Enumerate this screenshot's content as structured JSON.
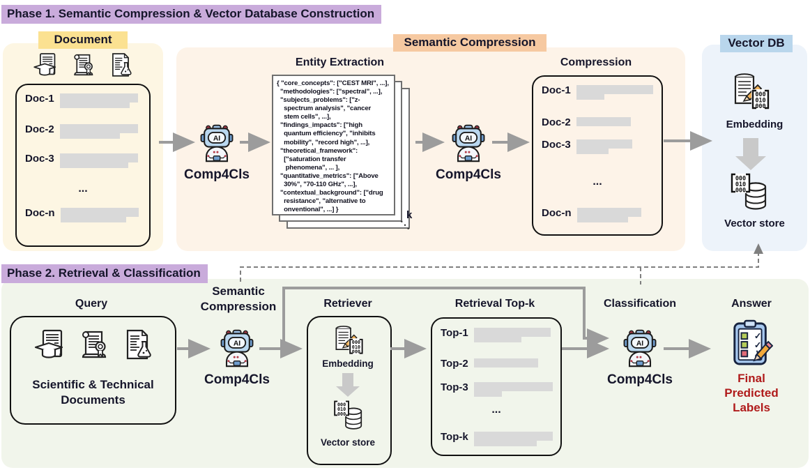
{
  "phase1": {
    "title": "Phase 1. Semantic Compression & Vector Database Construction",
    "document": {
      "label": "Document",
      "rows": [
        "Doc-1",
        "Doc-2",
        "Doc-3",
        "...",
        "Doc-n"
      ]
    },
    "semantic_compression_label": "Semantic Compression",
    "comp4cls_1": "Comp4Cls",
    "entity_extraction": {
      "title": "Entity Extraction",
      "json_text": "{ \"core_concepts\": [\"CEST MRI\", ...],\n  \"methodologies\": [\"spectral\", ...],\n  \"subjects_problems\": [\"z-\n    spectrum analysis\", \"cancer\n    stem cells\", ...],\n  \"findings_impacts\": [\"high\n    quantum efficiency\", \"inhibits\n    mobility\", \"record high\", ...],\n  \"theoretical_framework\":\n    [\"saturation transfer\n     phenomena\", ... ],\n  \"quantitative_metrics\": [\"Above\n    30%\", \"70-110 GHz\", ...],\n  \"contextual_background\": [\"drug\n    resistance\", \"alternative to\n    onventional\", ...] }",
      "stack_count_label": "k",
      "stack_dots": "⋱"
    },
    "comp4cls_2": "Comp4Cls",
    "compression": {
      "title": "Compression",
      "rows": [
        "Doc-1",
        "Doc-2",
        "Doc-3",
        "...",
        "Doc-n"
      ]
    },
    "vector_db": {
      "label": "Vector DB",
      "embedding": "Embedding",
      "vector_store": "Vector store"
    }
  },
  "phase2": {
    "title": "Phase 2. Retrieval & Classification",
    "query": {
      "title": "Query",
      "caption": "Scientific & Technical\nDocuments"
    },
    "semantic_compression_label": "Semantic\nCompression",
    "comp4cls_3": "Comp4Cls",
    "retriever": {
      "title": "Retriever",
      "embedding": "Embedding",
      "vector_store": "Vector store"
    },
    "retrieval_topk": {
      "title": "Retrieval Top-k",
      "rows": [
        "Top-1",
        "Top-2",
        "Top-3",
        "...",
        "Top-k"
      ]
    },
    "classification": {
      "title": "Classification",
      "comp4cls": "Comp4Cls"
    },
    "answer": {
      "title": "Answer",
      "result": "Final\nPredicted\nLabels"
    }
  },
  "robot_icon": {
    "chip_label": "AI"
  },
  "colors": {
    "phase_label_bg": "#c9abdb",
    "document_panel_bg": "#fdf6e3",
    "document_label_bg": "#fbe191",
    "semantic_panel_bg": "#fdf3e8",
    "semantic_label_bg": "#f6c9a1",
    "vector_db_panel_bg": "#edf3fa",
    "vector_db_label_bg": "#b9d6ec",
    "phase2_panel_bg": "#f1f5eb",
    "bar": "#d9d9d9",
    "arrow": "#9c9c9c",
    "answer_text": "#b01b1b"
  }
}
